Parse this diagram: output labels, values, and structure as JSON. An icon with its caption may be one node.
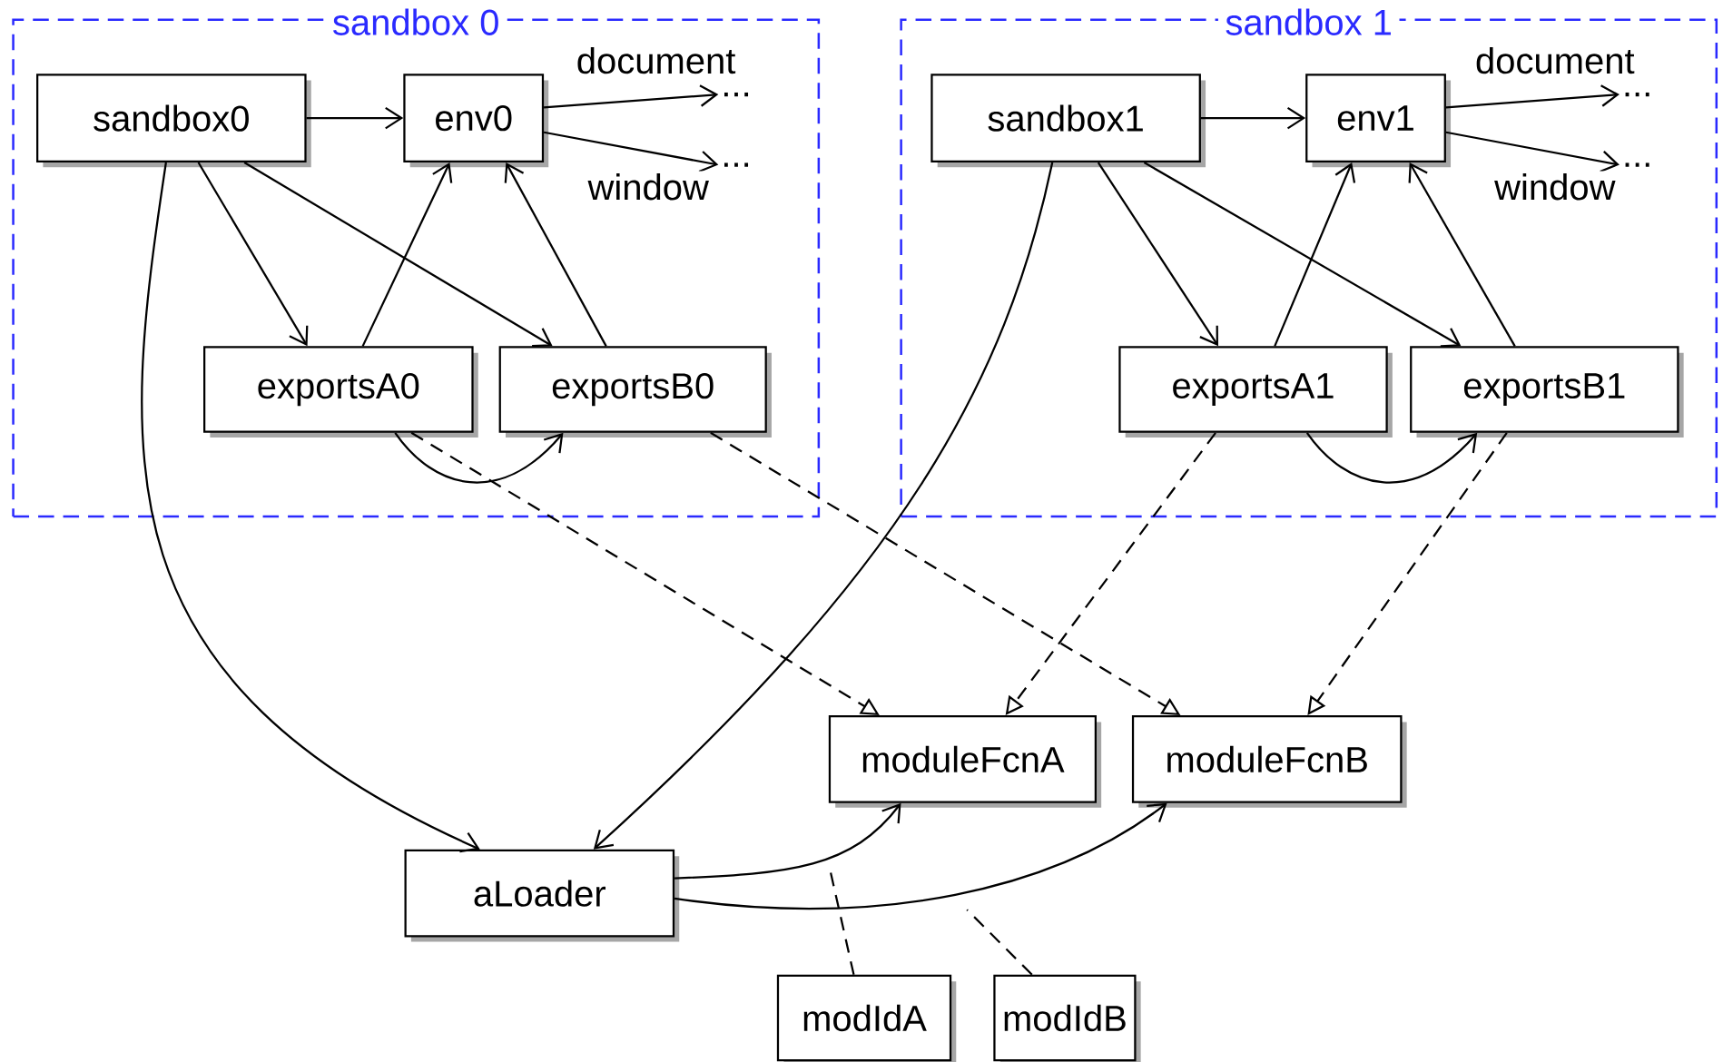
{
  "diagram": {
    "nodes": [
      {
        "text": [
          "sandbox 0"
        ]
      },
      {
        "text": [
          "sandbox0"
        ],
        "in": 0
      },
      {
        "text": [
          "env0"
        ],
        "in": 0
      },
      {
        "text": [
          "..."
        ],
        "in": 0
      },
      {
        "text": [
          "..."
        ],
        "in": 0
      },
      {
        "text": [
          "exportsA0"
        ],
        "in": 0
      },
      {
        "text": [
          "exportsB0"
        ],
        "in": 0
      },
      {
        "text": [
          "sandbox 1"
        ]
      },
      {
        "text": [
          "sandbox1"
        ],
        "in": 7
      },
      {
        "text": [
          "env1"
        ],
        "in": 7
      },
      {
        "text": [
          "..."
        ],
        "in": 7
      },
      {
        "text": [
          "..."
        ],
        "in": 7
      },
      {
        "text": [
          "exportsA1"
        ],
        "in": 7
      },
      {
        "text": [
          "exportsB1"
        ],
        "in": 7
      },
      {
        "text": [
          "moduleFcnA"
        ]
      },
      {
        "text": [
          "moduleFcnB"
        ]
      },
      {
        "text": [
          "aLoader"
        ]
      },
      {
        "text": [
          "modIdA"
        ]
      },
      {
        "text": [
          "modIdB"
        ]
      }
    ],
    "edges": [
      {
        "from": 1,
        "to": 2,
        "arrow": "to"
      },
      {
        "from": 1,
        "to": 5,
        "arrow": "to"
      },
      {
        "from": 1,
        "to": 6,
        "arrow": "to"
      },
      {
        "from": 5,
        "to": 2,
        "arrow": "to"
      },
      {
        "from": 6,
        "to": 2,
        "arrow": "to"
      },
      {
        "from": 5,
        "to": 6,
        "arrow": "to"
      },
      {
        "from": 2,
        "to": 3,
        "arrow": "to",
        "label": "document"
      },
      {
        "from": 2,
        "to": 4,
        "arrow": "to",
        "label": "window"
      },
      {
        "from": 1,
        "to": 16,
        "arrow": "to"
      },
      {
        "from": 8,
        "to": 9,
        "arrow": "to"
      },
      {
        "from": 8,
        "to": 12,
        "arrow": "to"
      },
      {
        "from": 8,
        "to": 13,
        "arrow": "to"
      },
      {
        "from": 12,
        "to": 9,
        "arrow": "to"
      },
      {
        "from": 13,
        "to": 9,
        "arrow": "to"
      },
      {
        "from": 12,
        "to": 13,
        "arrow": "to"
      },
      {
        "from": 9,
        "to": 10,
        "arrow": "to",
        "label": "document"
      },
      {
        "from": 9,
        "to": 11,
        "arrow": "to",
        "label": "window"
      },
      {
        "from": 8,
        "to": 16,
        "arrow": "to"
      },
      {
        "from": 5,
        "to": 14,
        "arrow": "to",
        "style": "dashed"
      },
      {
        "from": 6,
        "to": 15,
        "arrow": "to",
        "style": "dashed"
      },
      {
        "from": 12,
        "to": 14,
        "arrow": "to",
        "style": "dashed"
      },
      {
        "from": 13,
        "to": 15,
        "arrow": "to",
        "style": "dashed"
      },
      {
        "from": 16,
        "to": 14,
        "arrow": "to"
      },
      {
        "from": 16,
        "to": 15,
        "arrow": "to"
      },
      {
        "from": 17,
        "to": null,
        "arrow": "none",
        "style": "dashed"
      },
      {
        "from": 18,
        "to": null,
        "arrow": "none",
        "style": "dashed"
      }
    ]
  }
}
